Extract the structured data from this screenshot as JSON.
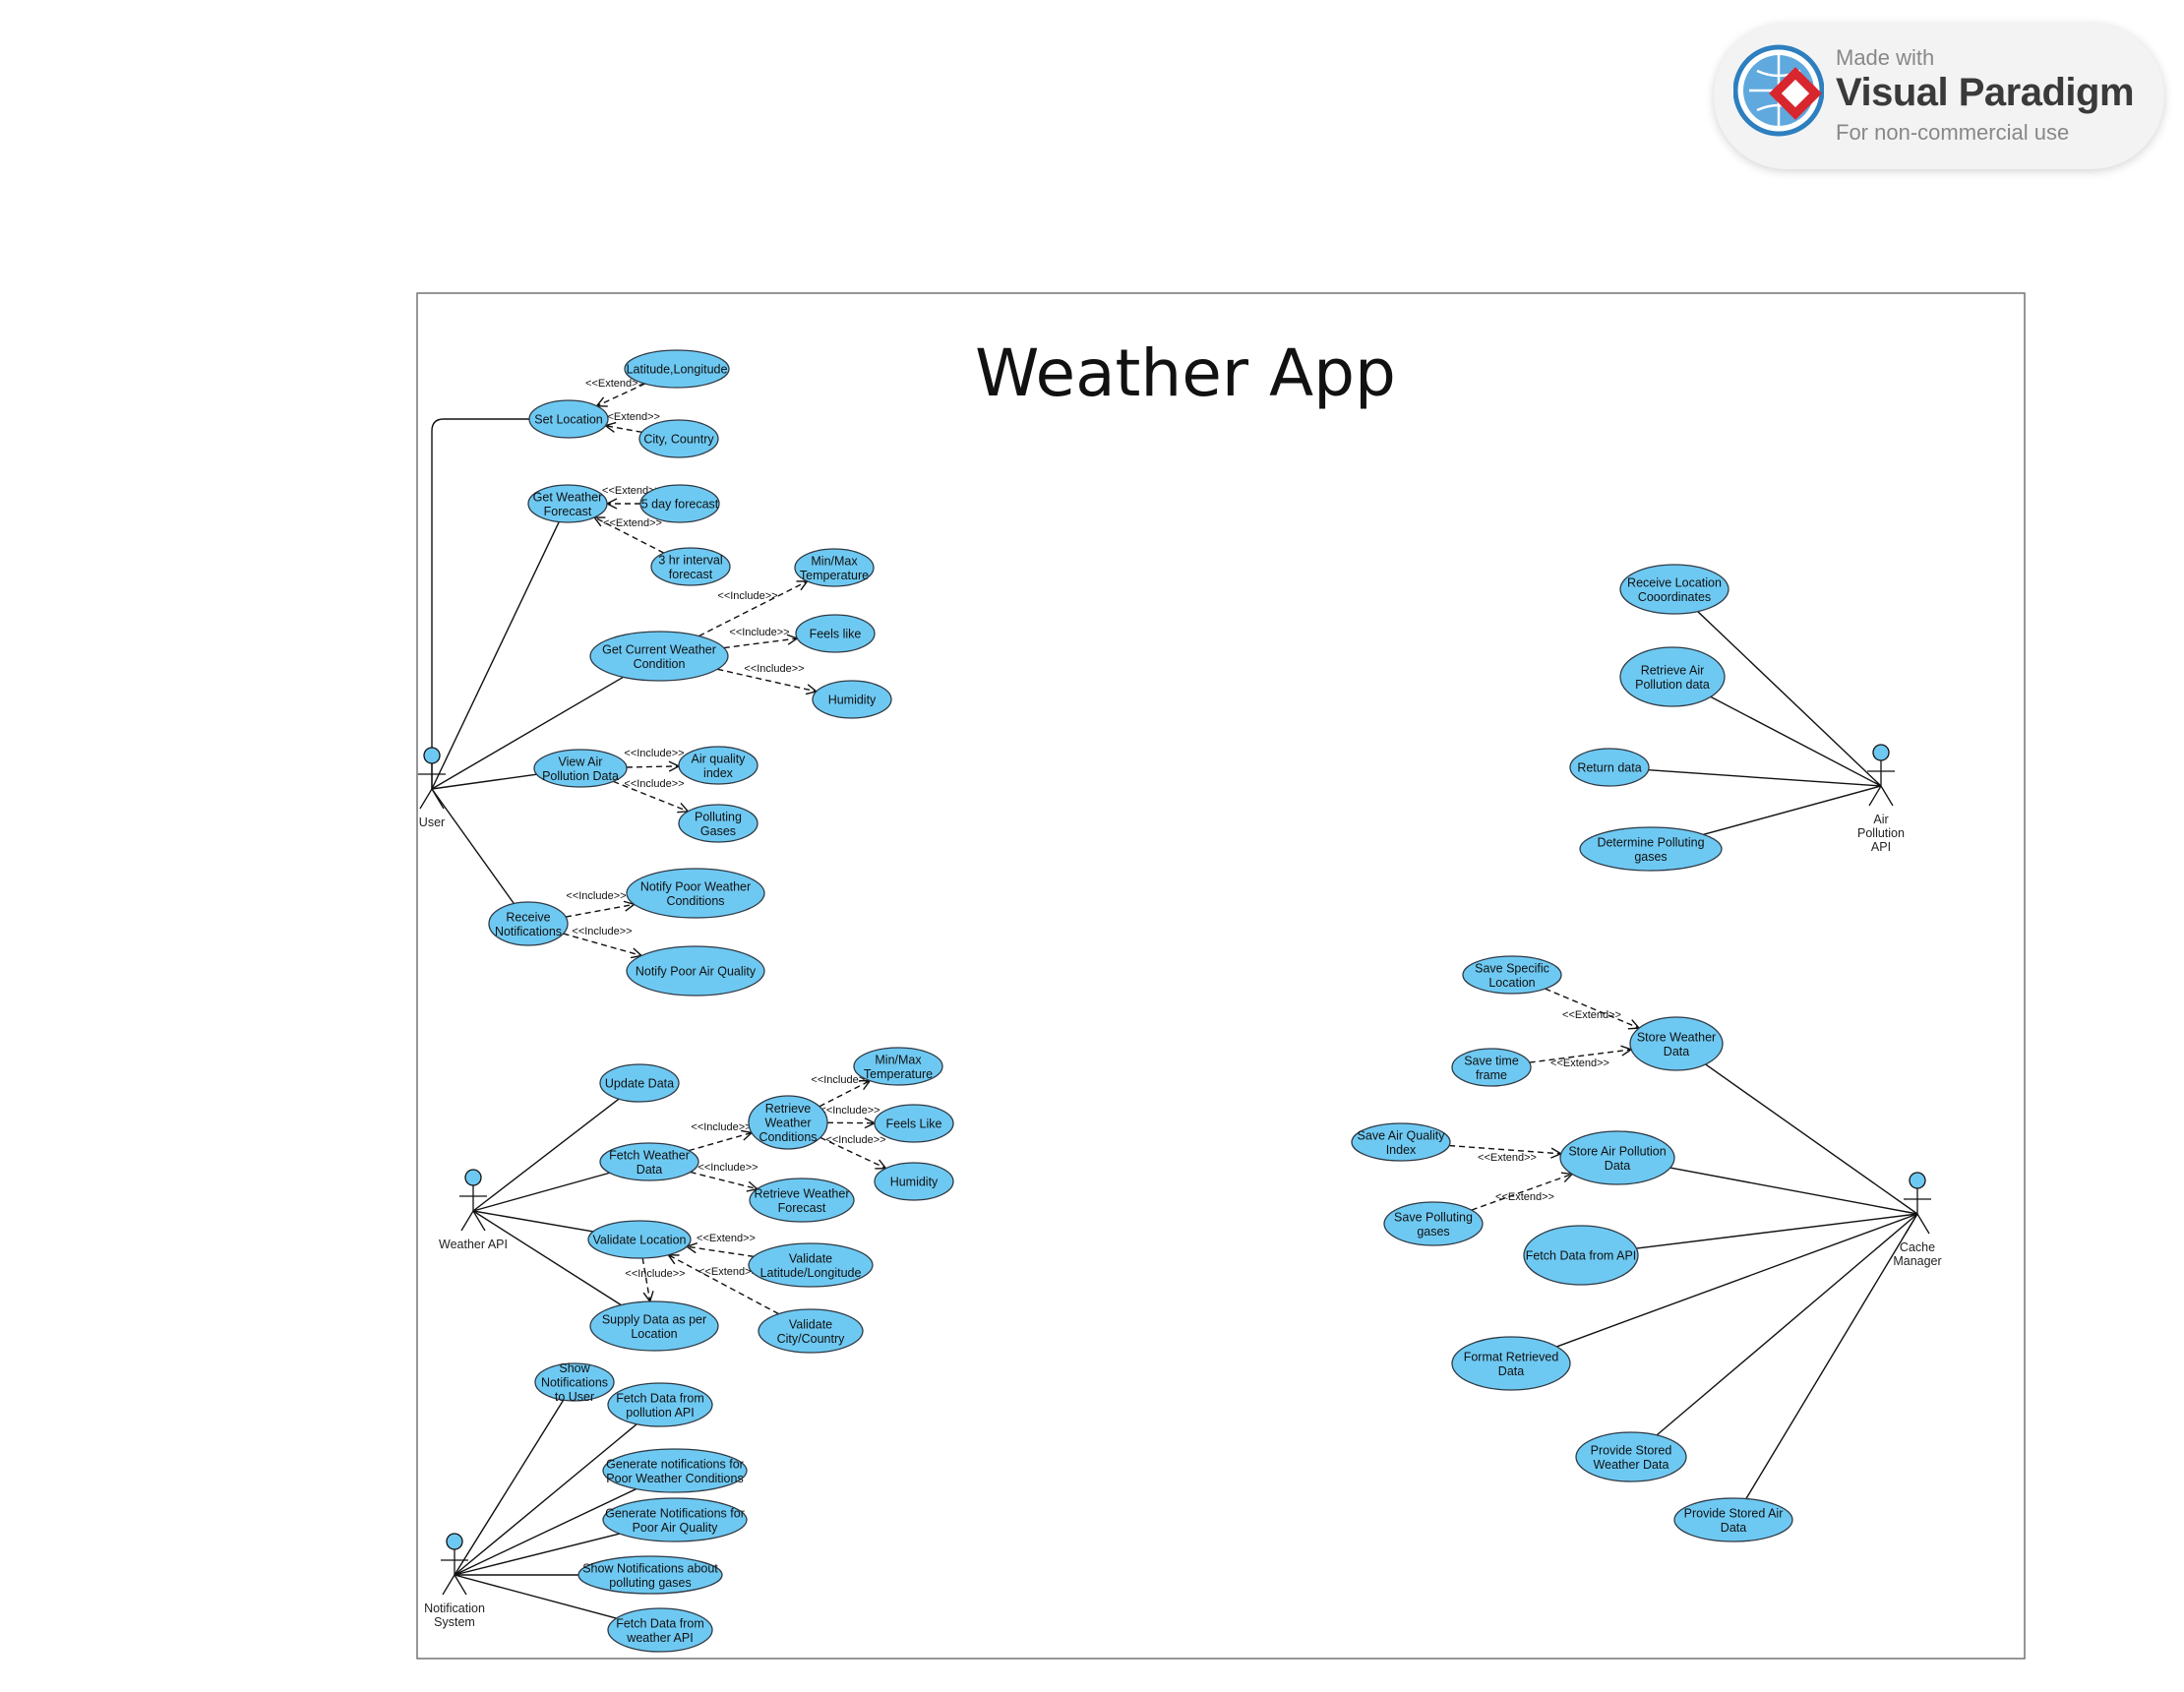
{
  "title": "Weather App",
  "badge": {
    "made_with": "Made with",
    "brand": "Visual Paradigm",
    "note": "For non-commercial use"
  },
  "actors": [
    {
      "id": "user",
      "label": [
        "User"
      ]
    },
    {
      "id": "weather_api",
      "label": [
        "Weather API"
      ]
    },
    {
      "id": "notification_system",
      "label": [
        "Notification",
        "System"
      ]
    },
    {
      "id": "air_pollution_api",
      "label": [
        "Air",
        "Pollution",
        "API"
      ]
    },
    {
      "id": "cache_manager",
      "label": [
        "Cache",
        "Manager"
      ]
    }
  ],
  "use_cases": [
    {
      "id": "set_location",
      "label": [
        "Set Location"
      ]
    },
    {
      "id": "lat_long",
      "label": [
        "Latitude,Longitude"
      ]
    },
    {
      "id": "city_country",
      "label": [
        "City, Country"
      ]
    },
    {
      "id": "get_forecast",
      "label": [
        "Get Weather",
        "Forecast"
      ]
    },
    {
      "id": "five_day",
      "label": [
        "5 day forecast"
      ]
    },
    {
      "id": "three_hr",
      "label": [
        "3 hr interval",
        "forecast"
      ]
    },
    {
      "id": "get_current",
      "label": [
        "Get Current Weather",
        "Condition"
      ]
    },
    {
      "id": "minmax_1",
      "label": [
        "Min/Max",
        "Temperature"
      ]
    },
    {
      "id": "feels_like_1",
      "label": [
        "Feels like"
      ]
    },
    {
      "id": "humidity_1",
      "label": [
        "Humidity"
      ]
    },
    {
      "id": "view_air",
      "label": [
        "View Air",
        "Pollution Data"
      ]
    },
    {
      "id": "aqi",
      "label": [
        "Air quality",
        "index"
      ]
    },
    {
      "id": "polluting_gases",
      "label": [
        "Polluting",
        "Gases"
      ]
    },
    {
      "id": "receive_notifications",
      "label": [
        "Receive",
        "Notifications"
      ]
    },
    {
      "id": "notify_poor_weather",
      "label": [
        "Notify Poor Weather",
        "Conditions"
      ]
    },
    {
      "id": "notify_poor_air",
      "label": [
        "Notify Poor Air Quality"
      ]
    },
    {
      "id": "update_data",
      "label": [
        "Update Data"
      ]
    },
    {
      "id": "fetch_weather",
      "label": [
        "Fetch Weather",
        "Data"
      ]
    },
    {
      "id": "retrieve_conditions",
      "label": [
        "Retrieve",
        "Weather",
        "Conditions"
      ]
    },
    {
      "id": "minmax_2",
      "label": [
        "Min/Max",
        "Temperature"
      ]
    },
    {
      "id": "feels_like_2",
      "label": [
        "Feels Like"
      ]
    },
    {
      "id": "humidity_2",
      "label": [
        "Humidity"
      ]
    },
    {
      "id": "retrieve_forecast",
      "label": [
        "Retrieve Weather",
        "Forecast"
      ]
    },
    {
      "id": "validate_location",
      "label": [
        "Validate Location"
      ]
    },
    {
      "id": "validate_latlong",
      "label": [
        "Validate",
        "Latitude/Longitude"
      ]
    },
    {
      "id": "validate_city",
      "label": [
        "Validate",
        "City/Country"
      ]
    },
    {
      "id": "supply_data",
      "label": [
        "Supply Data as per",
        "Location"
      ]
    },
    {
      "id": "show_notifications",
      "label": [
        "Show",
        "Notifications",
        "to User"
      ]
    },
    {
      "id": "fetch_pollution_api",
      "label": [
        "Fetch Data from",
        "pollution API"
      ]
    },
    {
      "id": "gen_weather_notif",
      "label": [
        "Generate notifications for",
        "Poor Weather Conditions"
      ]
    },
    {
      "id": "gen_air_notif",
      "label": [
        "Generate Notifications for",
        "Poor Air Quality"
      ]
    },
    {
      "id": "show_gas_notif",
      "label": [
        "Show Notifications about",
        "polluting gases"
      ]
    },
    {
      "id": "fetch_weather_api",
      "label": [
        "Fetch Data from",
        "weather API"
      ]
    },
    {
      "id": "receive_coords",
      "label": [
        "Receive Location",
        "Cooordinates"
      ]
    },
    {
      "id": "retrieve_air",
      "label": [
        "Retrieve Air",
        "Pollution data"
      ]
    },
    {
      "id": "return_data",
      "label": [
        "Return data"
      ]
    },
    {
      "id": "determine_gases",
      "label": [
        "Determine Polluting",
        "gases"
      ]
    },
    {
      "id": "save_location",
      "label": [
        "Save Specific",
        "Location"
      ]
    },
    {
      "id": "store_weather",
      "label": [
        "Store Weather",
        "Data"
      ]
    },
    {
      "id": "save_timeframe",
      "label": [
        "Save time",
        "frame"
      ]
    },
    {
      "id": "save_aqi",
      "label": [
        "Save Air Quality",
        "Index"
      ]
    },
    {
      "id": "store_air",
      "label": [
        "Store Air Pollution",
        "Data"
      ]
    },
    {
      "id": "save_gases",
      "label": [
        "Save Polluting",
        "gases"
      ]
    },
    {
      "id": "fetch_from_api",
      "label": [
        "Fetch Data from API"
      ]
    },
    {
      "id": "format_data",
      "label": [
        "Format Retrieved",
        "Data"
      ]
    },
    {
      "id": "provide_weather",
      "label": [
        "Provide Stored",
        "Weather Data"
      ]
    },
    {
      "id": "provide_air",
      "label": [
        "Provide Stored Air",
        "Data"
      ]
    }
  ],
  "associations": [
    [
      "user",
      "set_location"
    ],
    [
      "user",
      "get_forecast"
    ],
    [
      "user",
      "get_current"
    ],
    [
      "user",
      "view_air"
    ],
    [
      "user",
      "receive_notifications"
    ],
    [
      "weather_api",
      "update_data"
    ],
    [
      "weather_api",
      "fetch_weather"
    ],
    [
      "weather_api",
      "validate_location"
    ],
    [
      "weather_api",
      "supply_data"
    ],
    [
      "notification_system",
      "show_notifications"
    ],
    [
      "notification_system",
      "fetch_pollution_api"
    ],
    [
      "notification_system",
      "gen_weather_notif"
    ],
    [
      "notification_system",
      "gen_air_notif"
    ],
    [
      "notification_system",
      "show_gas_notif"
    ],
    [
      "notification_system",
      "fetch_weather_api"
    ],
    [
      "air_pollution_api",
      "receive_coords"
    ],
    [
      "air_pollution_api",
      "retrieve_air"
    ],
    [
      "air_pollution_api",
      "return_data"
    ],
    [
      "air_pollution_api",
      "determine_gases"
    ],
    [
      "cache_manager",
      "store_weather"
    ],
    [
      "cache_manager",
      "store_air"
    ],
    [
      "cache_manager",
      "fetch_from_api"
    ],
    [
      "cache_manager",
      "format_data"
    ],
    [
      "cache_manager",
      "provide_weather"
    ],
    [
      "cache_manager",
      "provide_air"
    ]
  ],
  "relations": [
    {
      "type": "extend",
      "label": "<<Extend>>",
      "from": "lat_long",
      "to": "set_location"
    },
    {
      "type": "extend",
      "label": "<<Extend>>",
      "from": "city_country",
      "to": "set_location"
    },
    {
      "type": "extend",
      "label": "<<Extend>>",
      "from": "five_day",
      "to": "get_forecast"
    },
    {
      "type": "extend",
      "label": "<<Extend>>",
      "from": "three_hr",
      "to": "get_forecast"
    },
    {
      "type": "include",
      "label": "<<Include>>",
      "from": "get_current",
      "to": "minmax_1"
    },
    {
      "type": "include",
      "label": "<<Include>>",
      "from": "get_current",
      "to": "feels_like_1"
    },
    {
      "type": "include",
      "label": "<<Include>>",
      "from": "get_current",
      "to": "humidity_1"
    },
    {
      "type": "include",
      "label": "<<Include>>",
      "from": "view_air",
      "to": "aqi"
    },
    {
      "type": "include",
      "label": "<<Include>>",
      "from": "view_air",
      "to": "polluting_gases"
    },
    {
      "type": "include",
      "label": "<<Include>>",
      "from": "receive_notifications",
      "to": "notify_poor_weather"
    },
    {
      "type": "include",
      "label": "<<Include>>",
      "from": "receive_notifications",
      "to": "notify_poor_air"
    },
    {
      "type": "include",
      "label": "<<Include>>",
      "from": "fetch_weather",
      "to": "retrieve_conditions"
    },
    {
      "type": "include",
      "label": "<<Include>>",
      "from": "fetch_weather",
      "to": "retrieve_forecast"
    },
    {
      "type": "include",
      "label": "<<Include>>",
      "from": "retrieve_conditions",
      "to": "minmax_2"
    },
    {
      "type": "include",
      "label": "<<Include>>",
      "from": "retrieve_conditions",
      "to": "feels_like_2"
    },
    {
      "type": "include",
      "label": "<<Include>>",
      "from": "retrieve_conditions",
      "to": "humidity_2"
    },
    {
      "type": "extend",
      "label": "<<Extend>>",
      "from": "validate_latlong",
      "to": "validate_location"
    },
    {
      "type": "extend",
      "label": "<<Extend>>",
      "from": "validate_city",
      "to": "validate_location"
    },
    {
      "type": "include",
      "label": "<<Include>>",
      "from": "validate_location",
      "to": "supply_data"
    },
    {
      "type": "extend",
      "label": "<<Extend>>",
      "from": "save_location",
      "to": "store_weather"
    },
    {
      "type": "extend",
      "label": "<<Extend>>",
      "from": "save_timeframe",
      "to": "store_weather"
    },
    {
      "type": "extend",
      "label": "<<Extend>>",
      "from": "save_aqi",
      "to": "store_air"
    },
    {
      "type": "extend",
      "label": "<<Extend>>",
      "from": "save_gases",
      "to": "store_air"
    }
  ],
  "colors": {
    "use_case_fill": "#6ec9f2",
    "use_case_stroke": "#2f3a45",
    "actor_fill": "#6ec9f2",
    "line": "#111111",
    "frame": "#6a6a6a"
  }
}
